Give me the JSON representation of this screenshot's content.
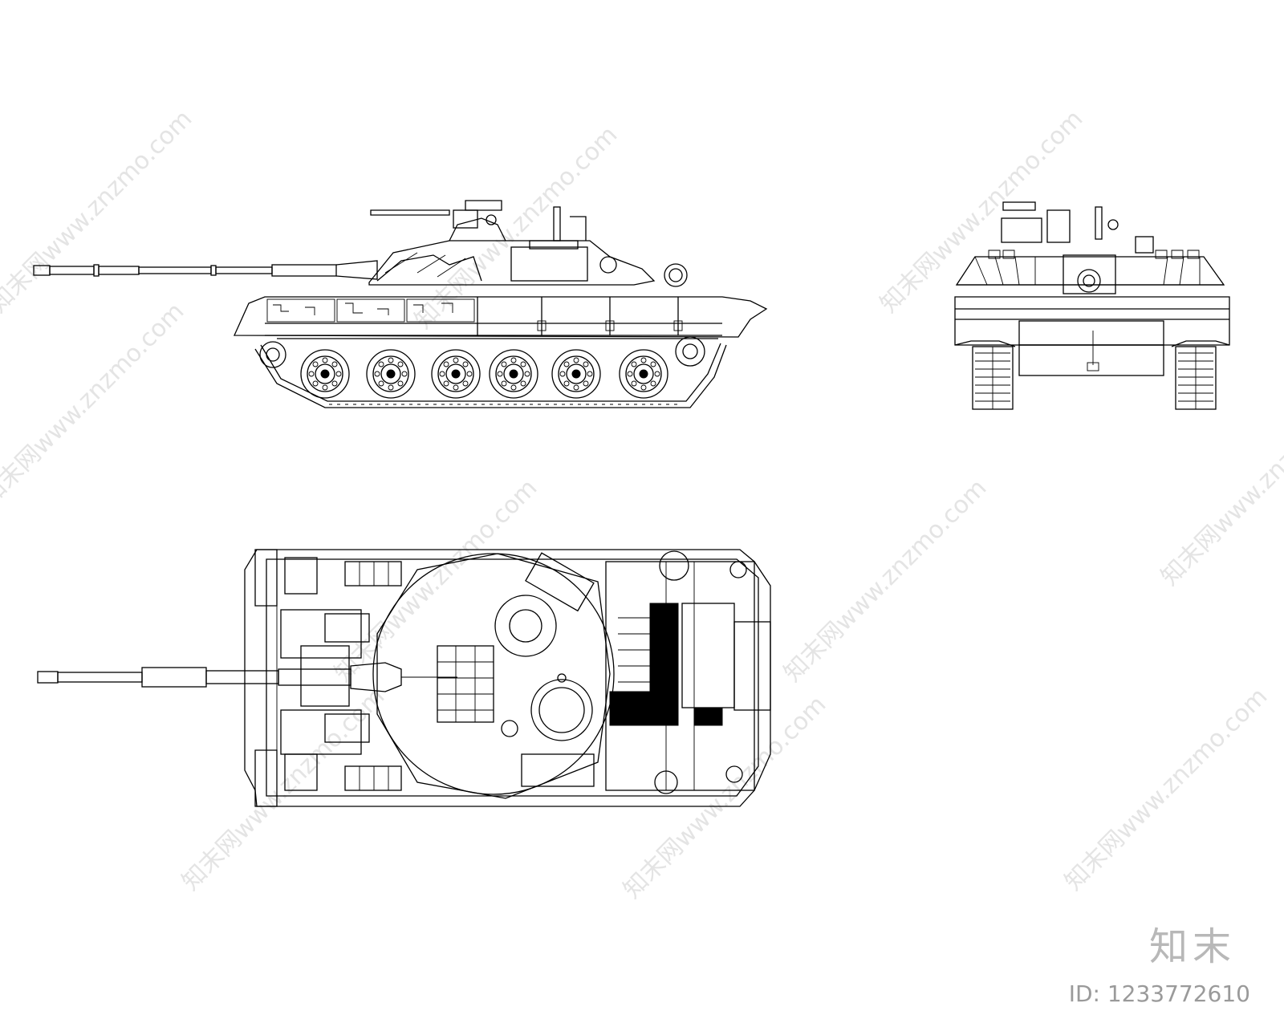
{
  "watermark": {
    "text": "知末网www.znzmo.com"
  },
  "branding": {
    "logo_text": "知末",
    "id_label": "ID: 1233772610"
  },
  "colors": {
    "line": "#000000",
    "background": "#ffffff",
    "watermark": "#e4e4e4"
  },
  "views": [
    {
      "name": "side-view"
    },
    {
      "name": "front-view"
    },
    {
      "name": "top-view"
    }
  ]
}
